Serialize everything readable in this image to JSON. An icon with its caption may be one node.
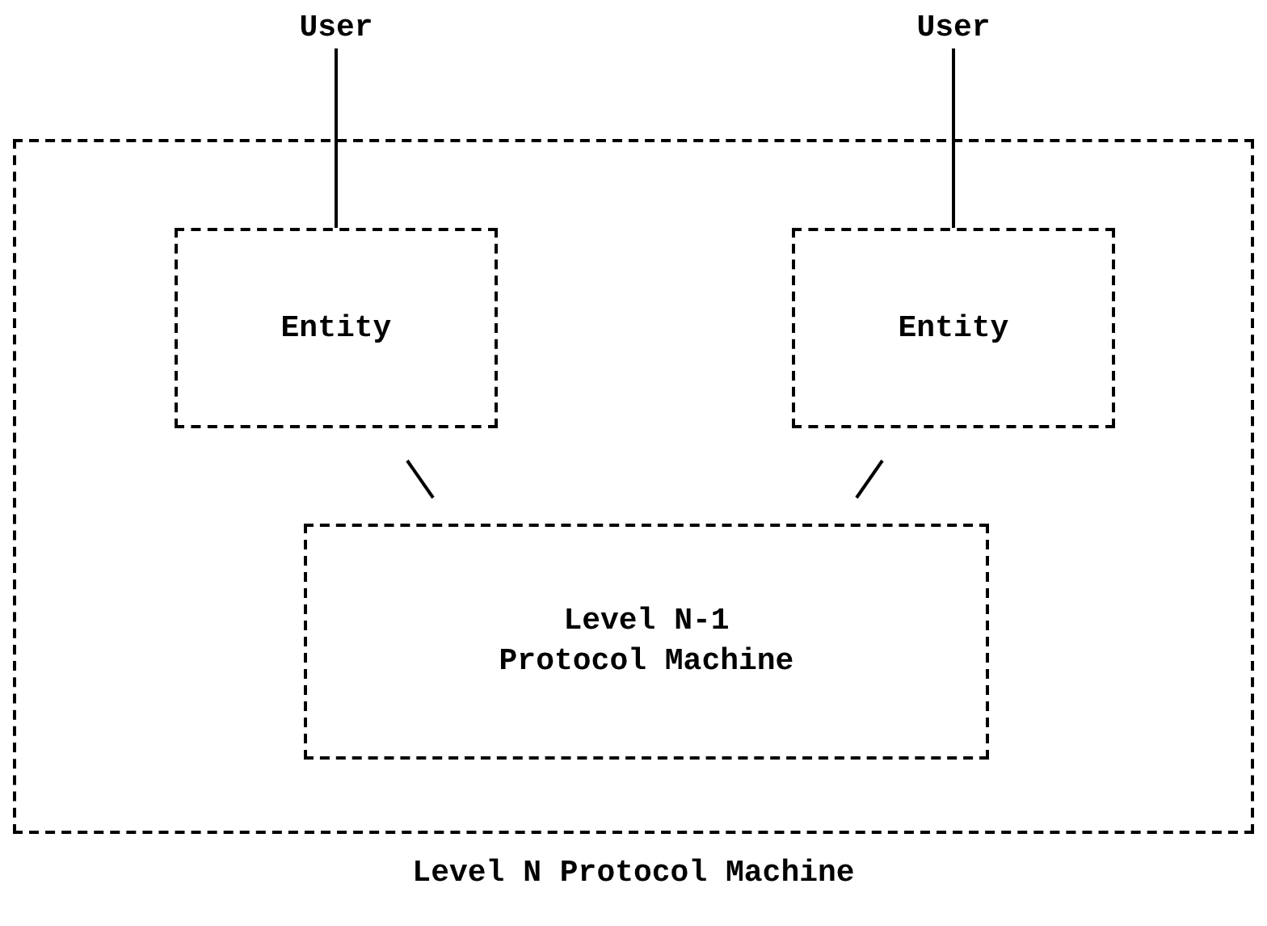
{
  "diagram": {
    "nodes": [
      {
        "text": [
          "Level N Protocol Machine"
        ]
      },
      {
        "text": [
          "User"
        ]
      },
      {
        "text": [
          "User"
        ]
      },
      {
        "text": [
          "Entity"
        ],
        "in": 0
      },
      {
        "text": [
          "Entity"
        ],
        "in": 0
      },
      {
        "text": [
          "Level N-1 Protocol Machine"
        ],
        "in": 0
      }
    ],
    "edges": [
      {
        "from": 1,
        "to": 3,
        "arrow": "none"
      },
      {
        "from": 2,
        "to": 4,
        "arrow": "none"
      },
      {
        "from": 3,
        "to": 5,
        "arrow": "none"
      },
      {
        "from": 4,
        "to": 5,
        "arrow": "none"
      }
    ]
  }
}
